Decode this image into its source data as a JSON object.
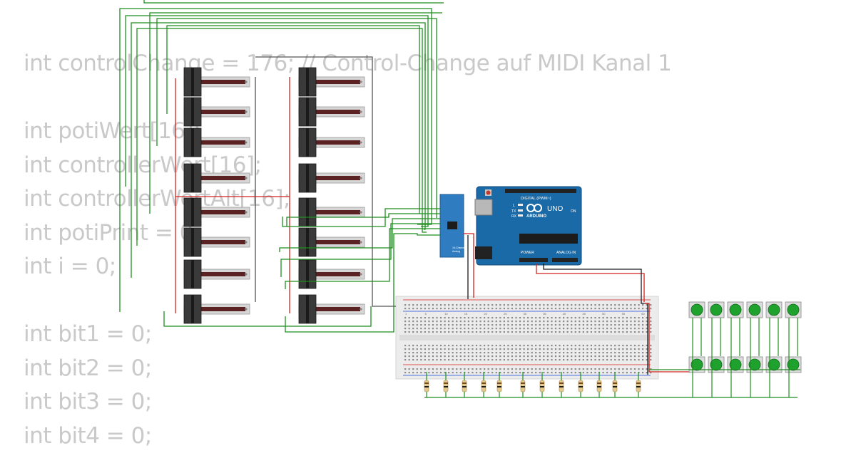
{
  "code": {
    "lines": [
      "int controlChange = 176; // Control-Change auf MIDI Kanal 1",
      "",
      "int potiWert[16];",
      "int controllerWert[16];",
      "int controllerWertAlt[16];",
      "int potiPrint = 0;",
      "int i = 0;",
      "",
      "int bit1 = 0;",
      "int bit2 = 0;",
      "int bit3 = 0;",
      "int bit4 = 0;"
    ]
  },
  "arduino": {
    "brand": "ARDUINO",
    "model": "UNO",
    "label_digital": "DIGITAL (PWM~)",
    "label_power": "POWER",
    "label_analog": "ANALOG IN",
    "led_l": "L",
    "led_tx": "TX",
    "led_rx": "RX",
    "led_on": "ON"
  },
  "multiplexer": {
    "label1": "16-Channel",
    "label2": "Analog"
  },
  "breadboard": {
    "column_numbers": [
      "1",
      "5",
      "10",
      "15",
      "20",
      "25",
      "30",
      "35",
      "40",
      "45",
      "50",
      "55",
      "60"
    ]
  },
  "colors": {
    "wire_signal": "#1e8e1e",
    "wire_power": "#d42020",
    "wire_ground": "#1a1a1a",
    "board_blue": "#1a6aa8",
    "mux_blue": "#2f7dc0",
    "button_green": "#1fa12e",
    "code_text": "#c9c9c9"
  }
}
